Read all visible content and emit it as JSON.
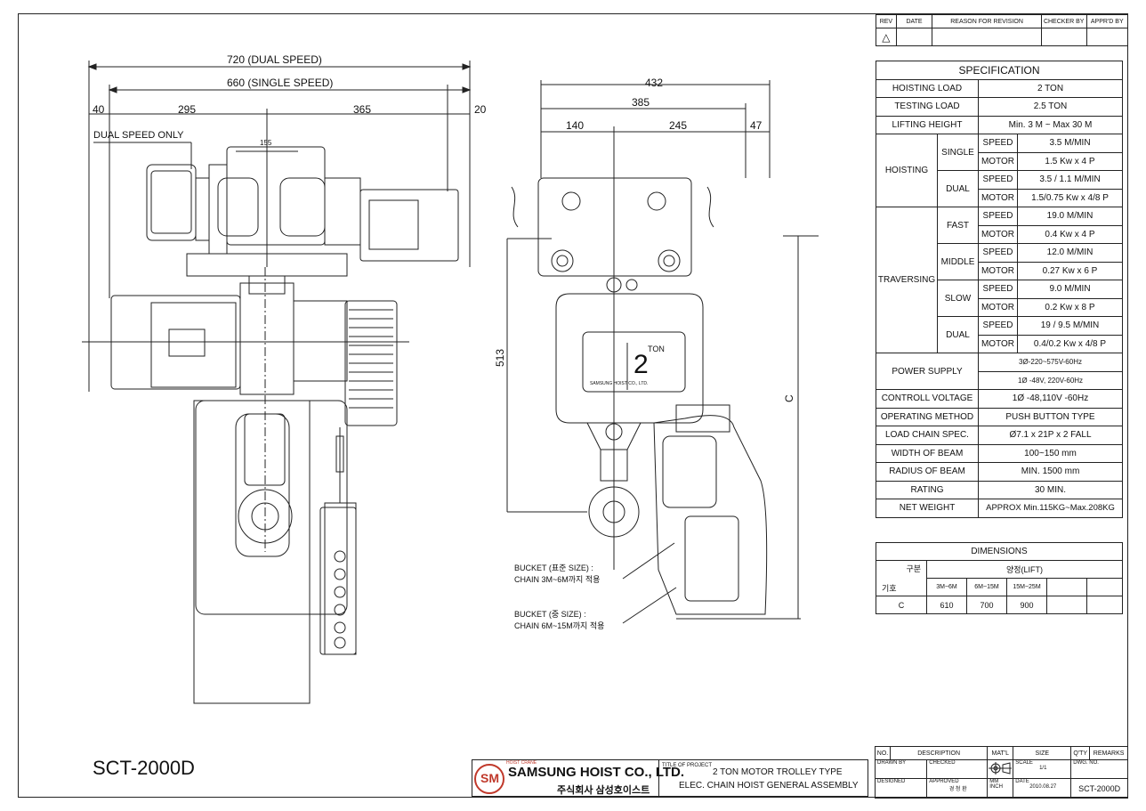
{
  "revision_block": {
    "headers": [
      "REV",
      "DATE",
      "REASON FOR REVISION",
      "CHECKER BY",
      "APPR'D BY"
    ],
    "rev_symbol": "△"
  },
  "front_view": {
    "dim_720": "720 (DUAL SPEED)",
    "dim_660": "660 (SINGLE SPEED)",
    "dim_40": "40",
    "dim_295": "295",
    "dim_365": "365",
    "dim_20": "20",
    "dim_155": "155",
    "note_dual": "DUAL SPEED ONLY"
  },
  "side_view": {
    "dim_432": "432",
    "dim_385": "385",
    "dim_140": "140",
    "dim_245": "245",
    "dim_47": "47",
    "dim_513": "513",
    "dim_c": "C",
    "plate_ton": "TON",
    "plate_number": "2",
    "plate_maker": "SAMSUNG HOIST CO., LTD.",
    "bucket1_line1": "BUCKET (표준 SIZE) :",
    "bucket1_line2": "CHAIN 3M~6M까지 적용",
    "bucket2_line1": "BUCKET (중 SIZE) :",
    "bucket2_line2": "CHAIN 6M~15M까지 적용"
  },
  "specification": {
    "title": "SPECIFICATION",
    "hoisting_load_label": "HOISTING LOAD",
    "hoisting_load_value": "2  TON",
    "testing_load_label": "TESTING LOAD",
    "testing_load_value": "2.5  TON",
    "lifting_height_label": "LIFTING HEIGHT",
    "lifting_height_value": "Min. 3 M ~ Max 30 M",
    "hoisting_label": "HOISTING",
    "single_label": "SINGLE",
    "dual_label": "DUAL",
    "speed_label": "SPEED",
    "motor_label": "MOTOR",
    "hoist_single_speed": "3.5  M/MIN",
    "hoist_single_motor": "1.5 Kw x 4 P",
    "hoist_dual_speed": "3.5 / 1.1  M/MIN",
    "hoist_dual_motor": "1.5/0.75 Kw x 4/8 P",
    "traversing_label": "TRAVERSING",
    "fast_label": "FAST",
    "middle_label": "MIDDLE",
    "slow_label": "SLOW",
    "trav_dual_label": "DUAL",
    "fast_speed": "19.0 M/MIN",
    "fast_motor": "0.4 Kw x 4 P",
    "middle_speed": "12.0 M/MIN",
    "middle_motor": "0.27 Kw x 6 P",
    "slow_speed": "9.0 M/MIN",
    "slow_motor": "0.2 Kw x 8 P",
    "trav_dual_speed": "19 / 9.5 M/MIN",
    "trav_dual_motor": "0.4/0.2 Kw x 4/8 P",
    "power_supply_label": "POWER SUPPLY",
    "power_supply_value1": "3Ø-220~575V-60Hz",
    "power_supply_value2": "1Ø -48V, 220V-60Hz",
    "control_voltage_label": "CONTROLL VOLTAGE",
    "control_voltage_value": "1Ø -48,110V -60Hz",
    "operating_method_label": "OPERATING METHOD",
    "operating_method_value": "PUSH BUTTON TYPE",
    "load_chain_label": "LOAD CHAIN SPEC.",
    "load_chain_value": "Ø7.1 x 21P x 2 FALL",
    "width_beam_label": "WIDTH OF BEAM",
    "width_beam_value": "100~150 mm",
    "radius_beam_label": "RADIUS OF BEAM",
    "radius_beam_value": "MIN. 1500 mm",
    "rating_label": "RATING",
    "rating_value": "30 MIN.",
    "net_weight_label": "NET WEIGHT",
    "net_weight_value": "APPROX  Min.115KG~Max.208KG"
  },
  "dimensions": {
    "title": "DIMENSIONS",
    "gubun": "구분",
    "giho": "기호",
    "lift_header": "양정(LIFT)",
    "col1": "3M~6M",
    "col2": "6M~15M",
    "col3": "15M~25M",
    "row_label": "C",
    "val1": "610",
    "val2": "700",
    "val3": "900"
  },
  "model_code": "SCT-2000D",
  "title_block": {
    "company_en": "SAMSUNG HOIST CO., LTD.",
    "company_kr": "주식회사 삼성호이스트",
    "logo_text": "SM",
    "logo_arc": "HOIST CRANE",
    "title_of_project_label": "TITLE OF PROJECT",
    "title_line1": "2 TON MOTOR TROLLEY TYPE",
    "title_line2": "ELEC. CHAIN HOIST GENERAL ASSEMBLY",
    "headers": [
      "NO.",
      "DESCRIPTION",
      "MAT'L",
      "SIZE",
      "Q'TY",
      "REMARKS"
    ],
    "drawn_label": "DRAWN BY",
    "checked_label": "CHECKED",
    "scale_label": "SCALE",
    "scale_value": "1/1",
    "dwg_no_label": "DWG. NO.",
    "designed_label": "DESIGNED",
    "approved_label": "APPROVED",
    "approved_value": "경 청 환",
    "unit_label": "MM",
    "unit_label2": "INCH",
    "date_label": "DATE",
    "date_value": "2010.08.27",
    "dwg_no_value": "SCT-2000D"
  }
}
